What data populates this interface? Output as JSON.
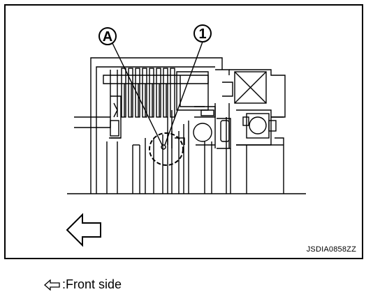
{
  "callouts": {
    "a": "A",
    "one": "1"
  },
  "figure_code": "JSDIA0858ZZ",
  "legend": {
    "text": ":Front side",
    "icon": "front-arrow-icon"
  },
  "colors": {
    "ink": "#000000",
    "background": "#ffffff"
  }
}
